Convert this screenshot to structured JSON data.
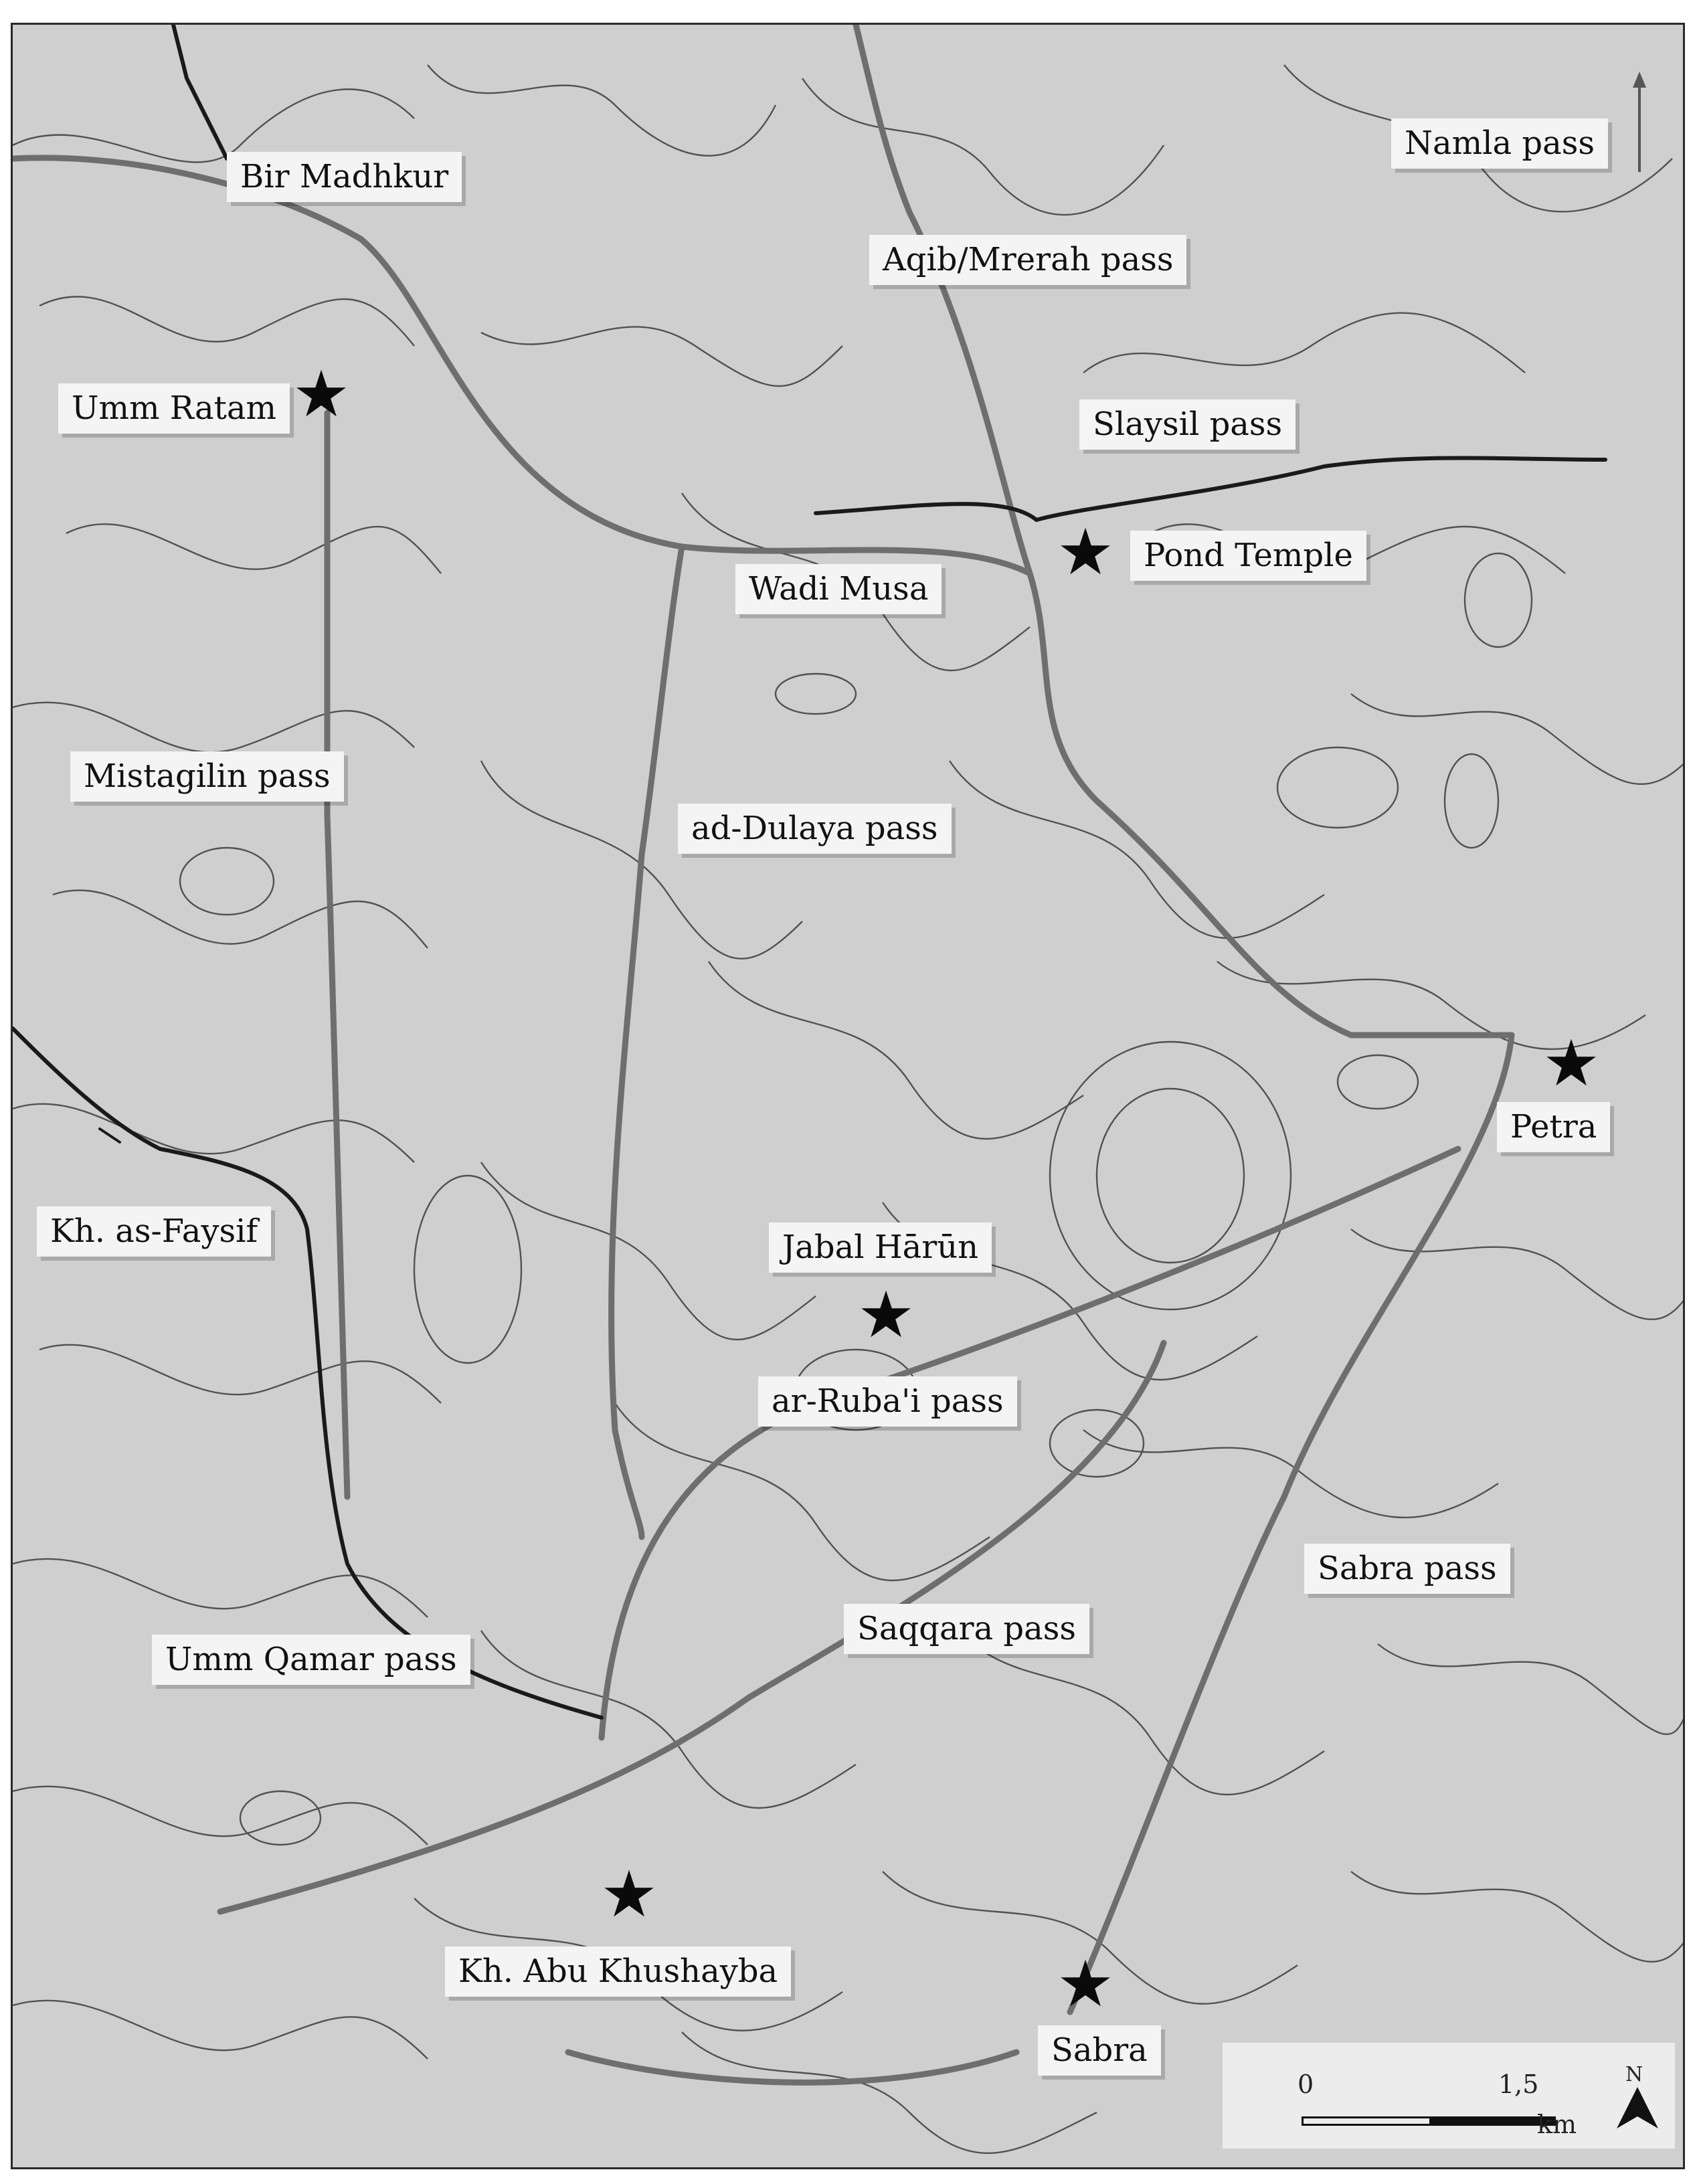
{
  "map": {
    "labels": {
      "bir_madhkur": "Bir Madhkur",
      "namla_pass": "Namla pass",
      "aqib_mrerah_pass": "Aqib/Mrerah pass",
      "umm_ratam": "Umm Ratam",
      "slaysil_pass": "Slaysil pass",
      "pond_temple": "Pond Temple",
      "wadi_musa": "Wadi Musa",
      "mistagilin_pass": "Mistagilin pass",
      "ad_dulaya_pass": "ad-Dulaya pass",
      "petra": "Petra",
      "kh_as_faysif": "Kh. as-Faysif",
      "jabal_harun": "Jabal Hārūn",
      "ar_rubai_pass": "ar-Ruba'i pass",
      "sabra_pass": "Sabra pass",
      "umm_qamar_pass": "Umm Qamar pass",
      "saqqara_pass": "Saqqara pass",
      "kh_abu_khushayba": "Kh. Abu Khushayba",
      "sabra": "Sabra"
    },
    "site_marker_icon": "star-icon",
    "colors": {
      "background": "#cfcfcf",
      "contour": "#3c3c3c",
      "river": "#6e6e6e",
      "route": "#1a1a1a",
      "label_bg": "#f4f4f4",
      "marker": "#0a0a0a"
    }
  },
  "scale": {
    "start": "0",
    "end": "1,5",
    "unit": "km",
    "north": "N"
  }
}
